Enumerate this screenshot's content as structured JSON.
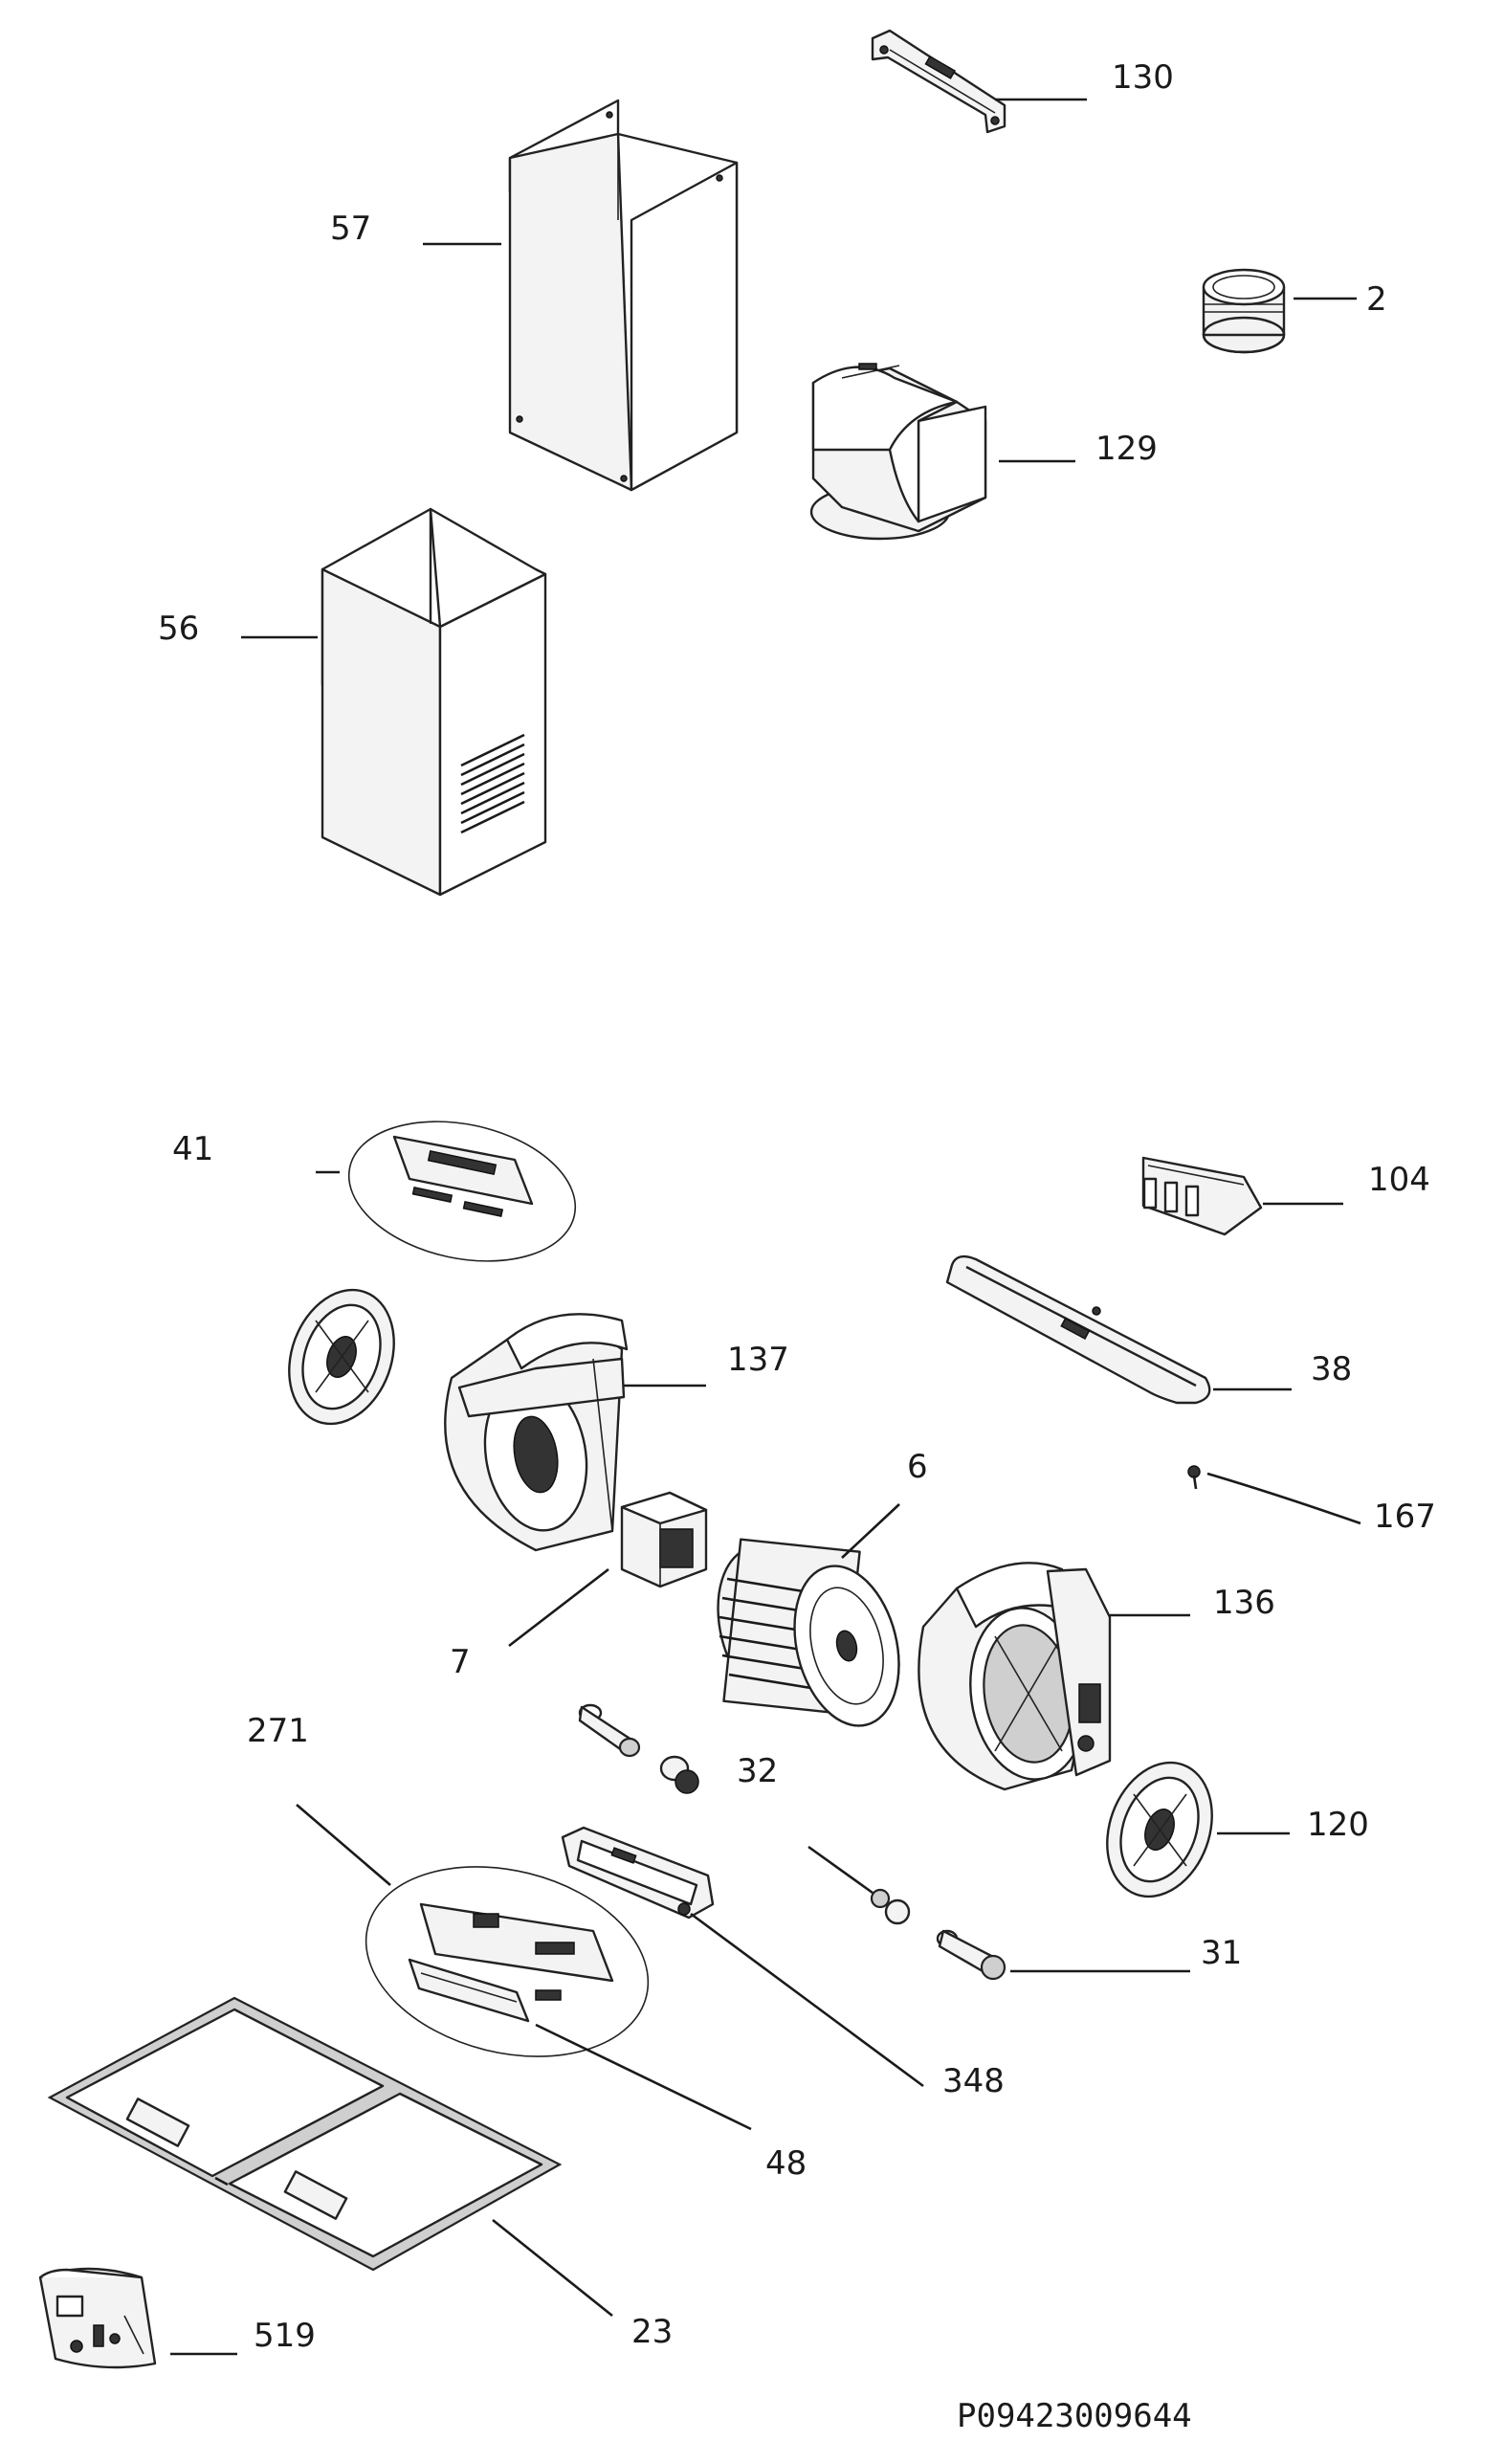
{
  "diagram": {
    "parts": [
      {
        "id": "130",
        "label": "130"
      },
      {
        "id": "57",
        "label": "57"
      },
      {
        "id": "2",
        "label": "2"
      },
      {
        "id": "129",
        "label": "129"
      },
      {
        "id": "56",
        "label": "56"
      },
      {
        "id": "41",
        "label": "41"
      },
      {
        "id": "104",
        "label": "104"
      },
      {
        "id": "137",
        "label": "137"
      },
      {
        "id": "38",
        "label": "38"
      },
      {
        "id": "6",
        "label": "6"
      },
      {
        "id": "167",
        "label": "167"
      },
      {
        "id": "136",
        "label": "136"
      },
      {
        "id": "7",
        "label": "7"
      },
      {
        "id": "271",
        "label": "271"
      },
      {
        "id": "32",
        "label": "32"
      },
      {
        "id": "120",
        "label": "120"
      },
      {
        "id": "31",
        "label": "31"
      },
      {
        "id": "348",
        "label": "348"
      },
      {
        "id": "48",
        "label": "48"
      },
      {
        "id": "23",
        "label": "23"
      },
      {
        "id": "519",
        "label": "519"
      }
    ],
    "drawing_code": "P09423009644"
  }
}
